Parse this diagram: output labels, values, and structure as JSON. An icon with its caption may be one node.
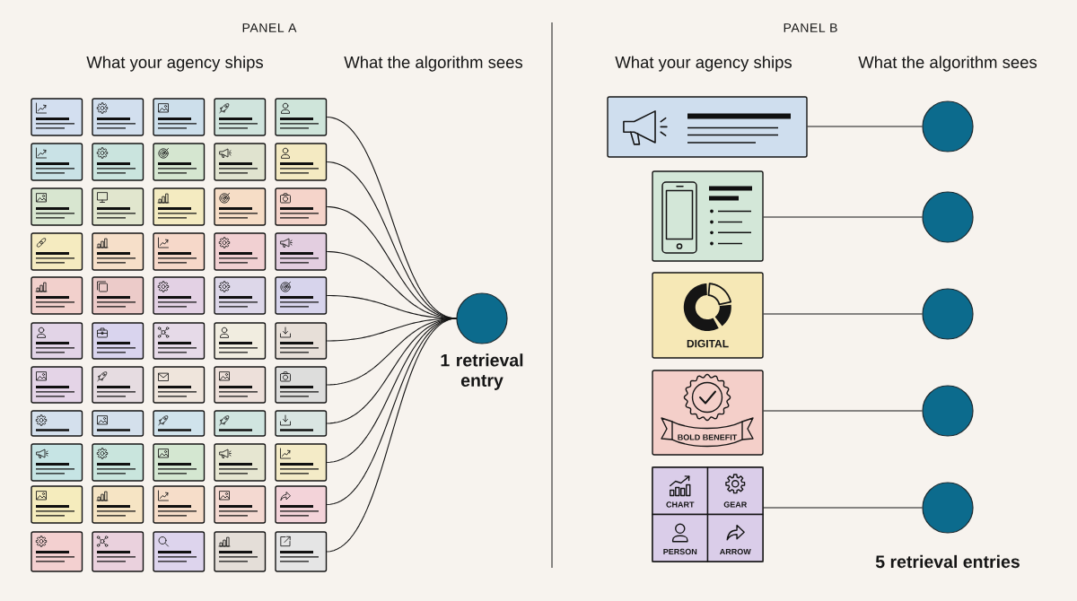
{
  "diagram": {
    "nodes": [
      {
        "text": [],
        "shape": "box"
      },
      {
        "text": [],
        "shape": "box"
      },
      {
        "text": [],
        "shape": "box"
      },
      {
        "text": [],
        "shape": "box"
      },
      {
        "text": [],
        "shape": "box"
      },
      {
        "text": [],
        "shape": "box"
      },
      {
        "text": [],
        "shape": "box"
      },
      {
        "text": [],
        "shape": "box"
      },
      {
        "text": [],
        "shape": "box"
      },
      {
        "text": [],
        "shape": "box"
      },
      {
        "text": [],
        "shape": "box"
      },
      {
        "text": [],
        "shape": "box"
      },
      {
        "text": [],
        "shape": "box"
      },
      {
        "text": [],
        "shape": "box"
      },
      {
        "text": [],
        "shape": "box"
      },
      {
        "text": [],
        "shape": "box"
      },
      {
        "text": [],
        "shape": "box"
      },
      {
        "text": [],
        "shape": "box"
      },
      {
        "text": [],
        "shape": "box"
      },
      {
        "text": [],
        "shape": "box"
      },
      {
        "text": [],
        "shape": "box"
      },
      {
        "text": [],
        "shape": "box"
      },
      {
        "text": [],
        "shape": "box"
      },
      {
        "text": [],
        "shape": "box"
      },
      {
        "text": [],
        "shape": "box"
      },
      {
        "text": [],
        "shape": "box"
      },
      {
        "text": [],
        "shape": "box"
      },
      {
        "text": [],
        "shape": "box"
      },
      {
        "text": [],
        "shape": "box"
      },
      {
        "text": [],
        "shape": "box"
      },
      {
        "text": [],
        "shape": "box"
      },
      {
        "text": [],
        "shape": "box"
      },
      {
        "text": [],
        "shape": "box"
      },
      {
        "text": [],
        "shape": "box"
      },
      {
        "text": [],
        "shape": "box"
      },
      {
        "text": [],
        "shape": "box"
      },
      {
        "text": [],
        "shape": "box"
      },
      {
        "text": [],
        "shape": "box"
      },
      {
        "text": [],
        "shape": "box"
      },
      {
        "text": [],
        "shape": "box"
      },
      {
        "text": [],
        "shape": "box"
      },
      {
        "text": [],
        "shape": "box"
      },
      {
        "text": [],
        "shape": "box"
      },
      {
        "text": [],
        "shape": "box"
      },
      {
        "text": [],
        "shape": "box"
      },
      {
        "text": [],
        "shape": "box"
      },
      {
        "text": [],
        "shape": "box"
      },
      {
        "text": [],
        "shape": "box"
      },
      {
        "text": [],
        "shape": "box"
      },
      {
        "text": [],
        "shape": "box"
      },
      {
        "text": [],
        "shape": "box"
      },
      {
        "text": [],
        "shape": "box"
      },
      {
        "text": [],
        "shape": "box"
      },
      {
        "text": [],
        "shape": "box"
      },
      {
        "text": [],
        "shape": "box"
      },
      {
        "text": [],
        "shape": "circle",
        "beside": [
          "1 retrieval entry"
        ]
      },
      {
        "text": [],
        "shape": "box"
      },
      {
        "text": [],
        "shape": "circle"
      },
      {
        "text": [],
        "shape": "box"
      },
      {
        "text": [],
        "shape": "circle"
      },
      {
        "text": [
          "DIGITAL"
        ]
      },
      {
        "text": [],
        "shape": "circle"
      },
      {
        "text": [
          "BOLD BENEFIT"
        ]
      },
      {
        "text": [],
        "shape": "circle"
      },
      {
        "text": [],
        "shape": "box"
      },
      {
        "text": [
          "CHART"
        ],
        "in": 64
      },
      {
        "text": [
          "GEAR"
        ],
        "in": 64
      },
      {
        "text": [
          "PERSON"
        ],
        "in": 64
      },
      {
        "text": [
          "ARROW"
        ],
        "in": 64
      },
      {
        "text": [],
        "shape": "circle"
      }
    ],
    "edges": [
      {
        "from": 4,
        "to": 55,
        "arrow": "none"
      },
      {
        "from": 9,
        "to": 55,
        "arrow": "none"
      },
      {
        "from": 14,
        "to": 55,
        "arrow": "none"
      },
      {
        "from": 19,
        "to": 55,
        "arrow": "none"
      },
      {
        "from": 24,
        "to": 55,
        "arrow": "none"
      },
      {
        "from": 29,
        "to": 55,
        "arrow": "none"
      },
      {
        "from": 34,
        "to": 55,
        "arrow": "none"
      },
      {
        "from": 39,
        "to": 55,
        "arrow": "none"
      },
      {
        "from": 44,
        "to": 55,
        "arrow": "none"
      },
      {
        "from": 49,
        "to": 55,
        "arrow": "none"
      },
      {
        "from": 54,
        "to": 55,
        "arrow": "none"
      },
      {
        "from": 56,
        "to": 57,
        "arrow": "none"
      },
      {
        "from": 58,
        "to": 59,
        "arrow": "none"
      },
      {
        "from": 60,
        "to": 61,
        "arrow": "none"
      },
      {
        "from": 62,
        "to": 63,
        "arrow": "none"
      },
      {
        "from": 64,
        "to": 69,
        "arrow": "none"
      }
    ],
    "labels": [
      "PANEL A",
      "What your agency ships",
      "What the algorithm sees",
      "PANEL B",
      "What your agency ships",
      "What the algorithm sees",
      "5 retrieval entries"
    ]
  }
}
